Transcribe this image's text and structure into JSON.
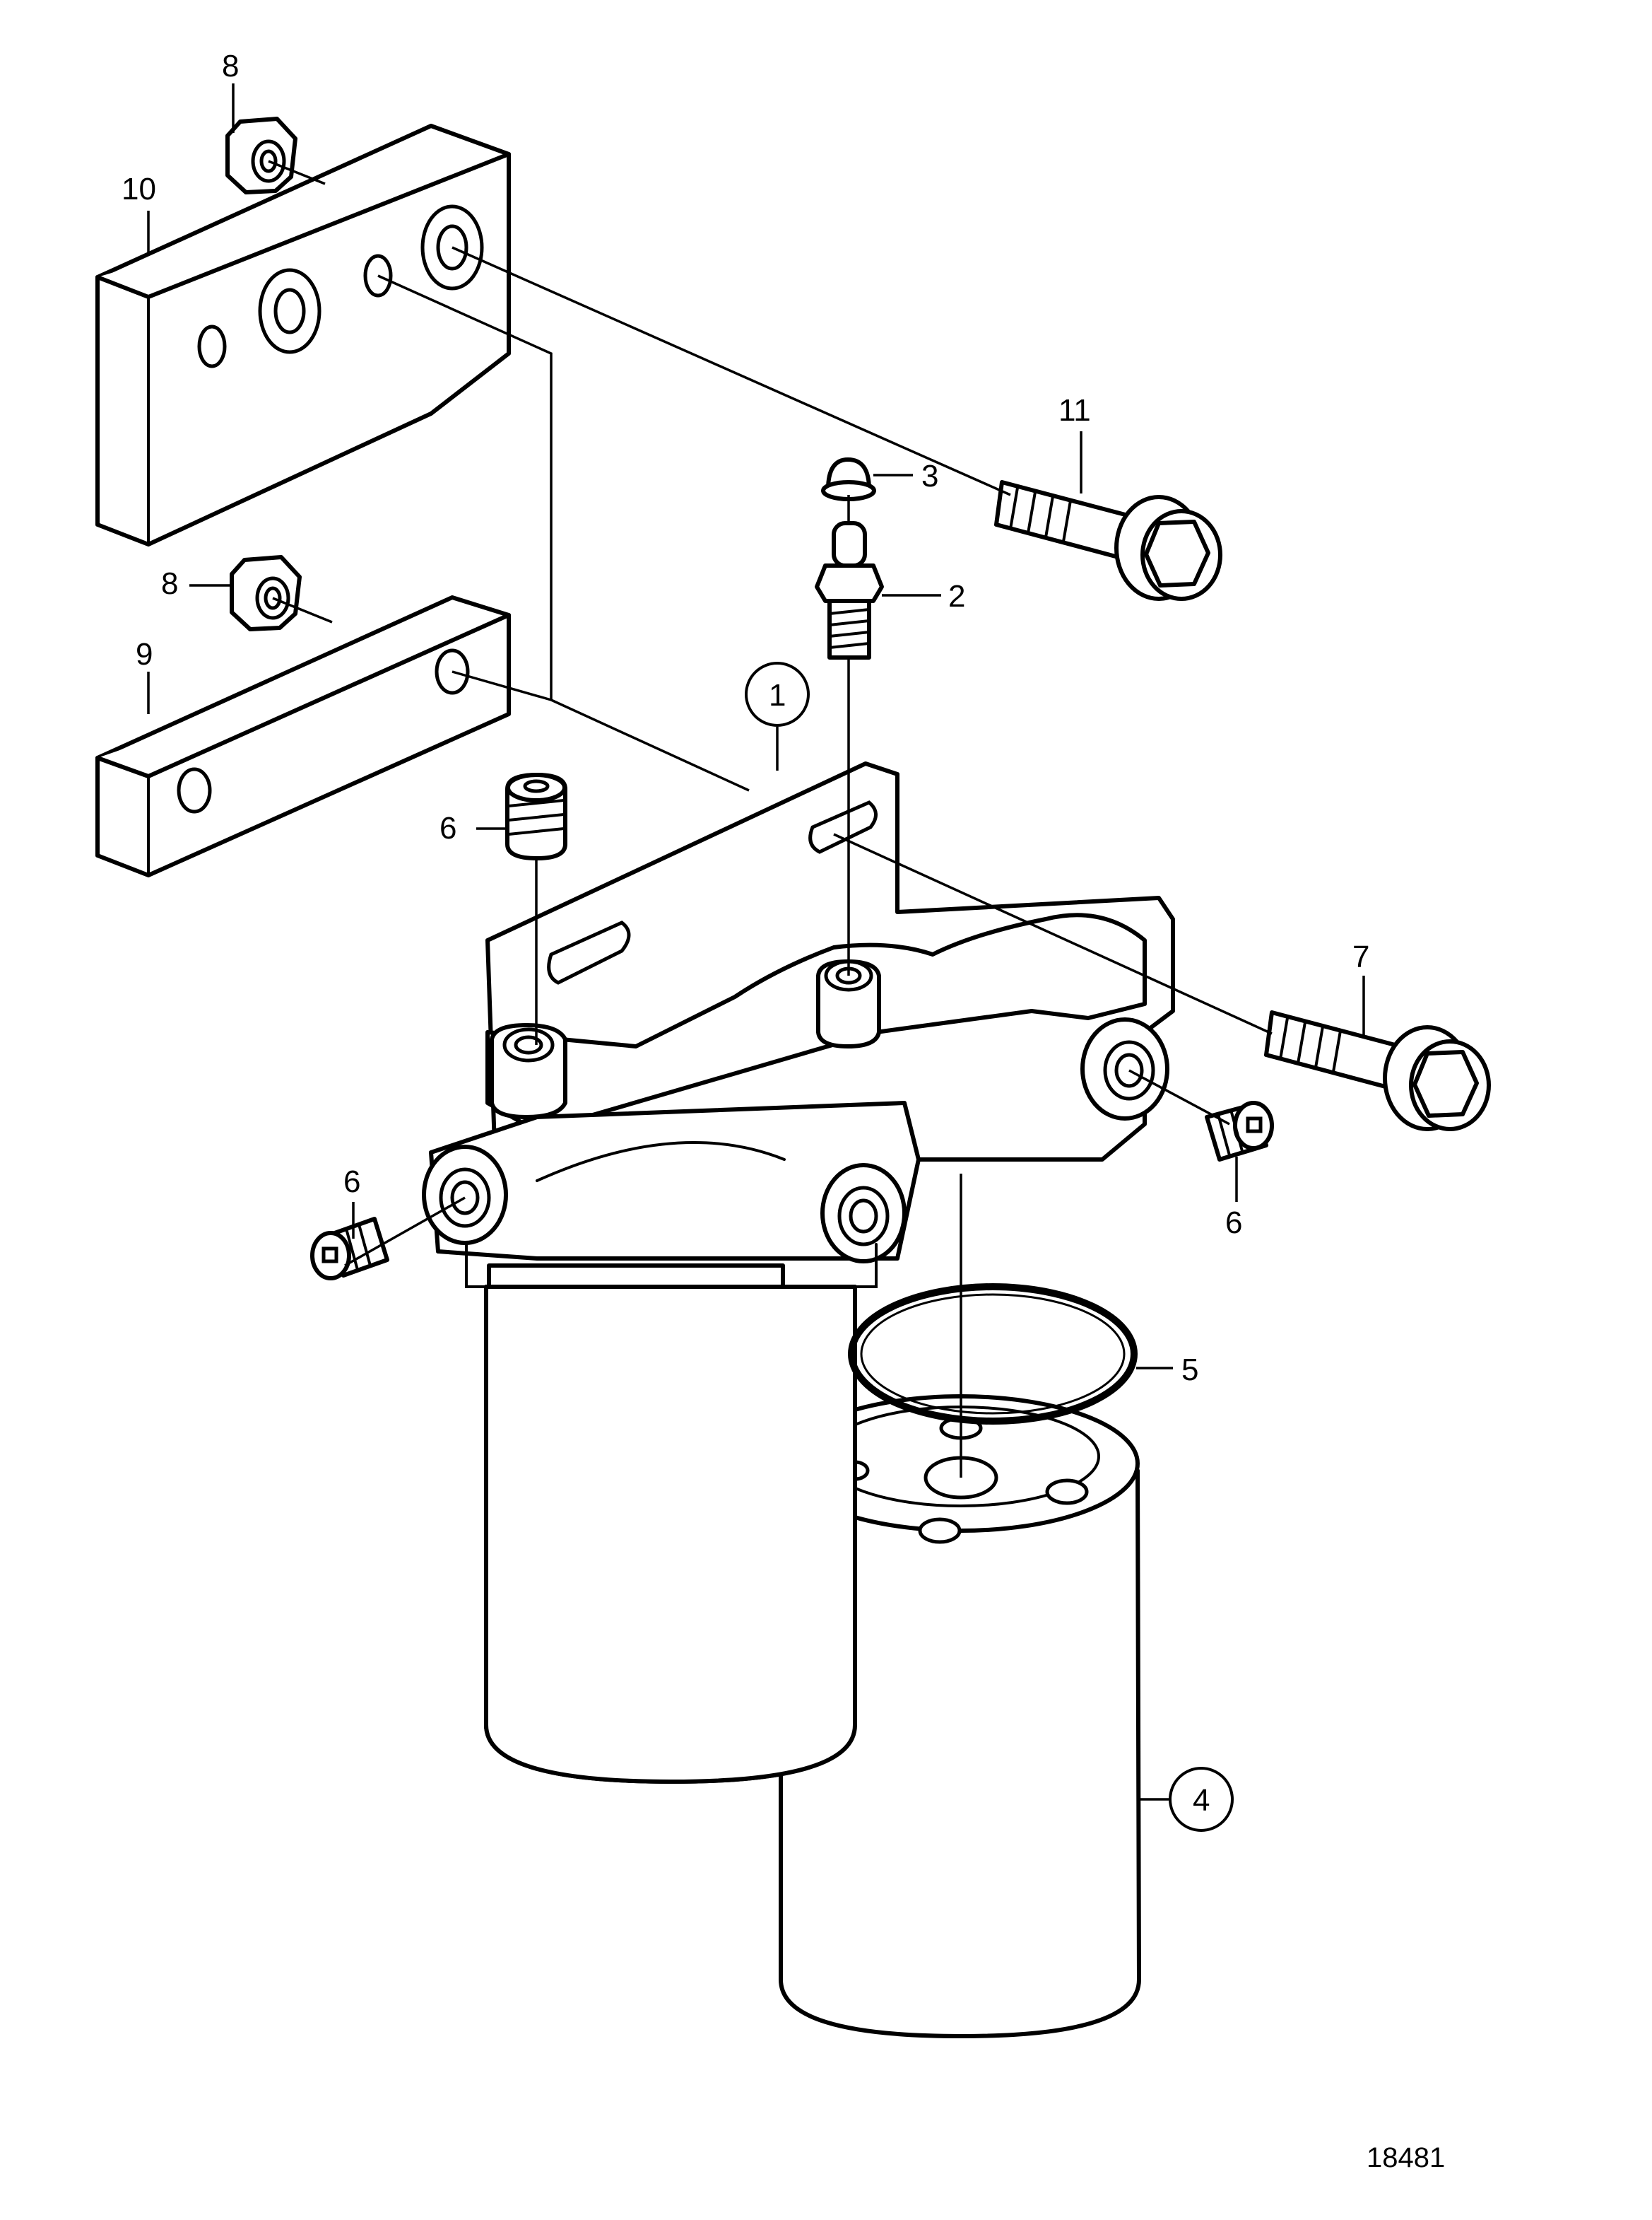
{
  "diagram": {
    "reference_number": "18481",
    "callouts": {
      "c1": "1",
      "c2": "2",
      "c3": "3",
      "c4": "4",
      "c5": "5",
      "c6a": "6",
      "c6b": "6",
      "c6c": "6",
      "c7": "7",
      "c8a": "8",
      "c8b": "8",
      "c9": "9",
      "c10": "10",
      "c11": "11"
    }
  }
}
